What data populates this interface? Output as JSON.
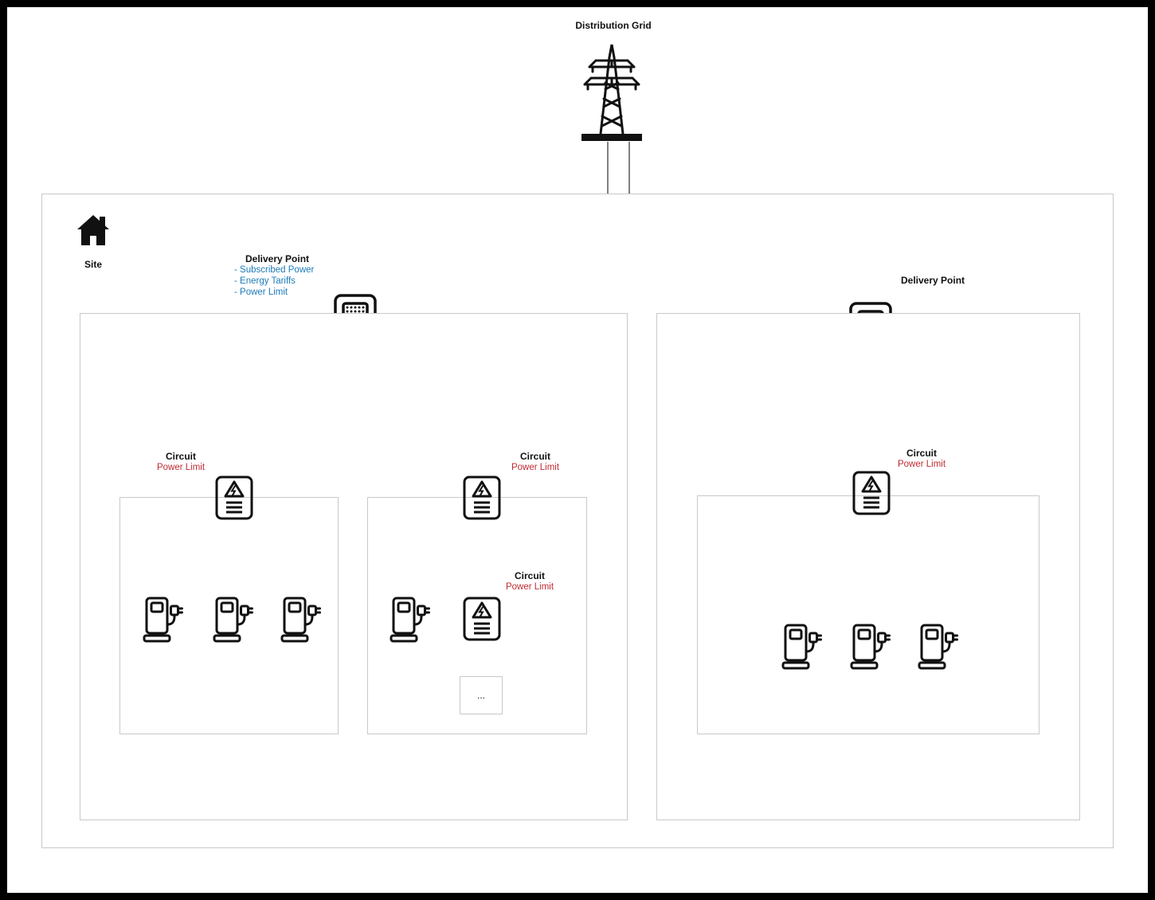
{
  "colors": {
    "blue": "#1c7bb9",
    "red": "#c02b33",
    "line": "#000000",
    "border": "#c9c9c9"
  },
  "grid": {
    "label": "Distribution Grid"
  },
  "site": {
    "label": "Site"
  },
  "delivery_points": [
    {
      "label": "Delivery Point",
      "attributes": [
        "- Subscribed Power",
        "- Energy Tariffs",
        "- Power Limit"
      ]
    },
    {
      "label": "Delivery Point"
    }
  ],
  "circuits": [
    {
      "label": "Circuit",
      "power_limit": "Power Limit"
    },
    {
      "label": "Circuit",
      "power_limit": "Power Limit"
    },
    {
      "label": "Circuit",
      "power_limit": "Power Limit"
    },
    {
      "label": "Circuit",
      "power_limit": "Power Limit"
    }
  ],
  "ellipsis": {
    "label": "..."
  }
}
